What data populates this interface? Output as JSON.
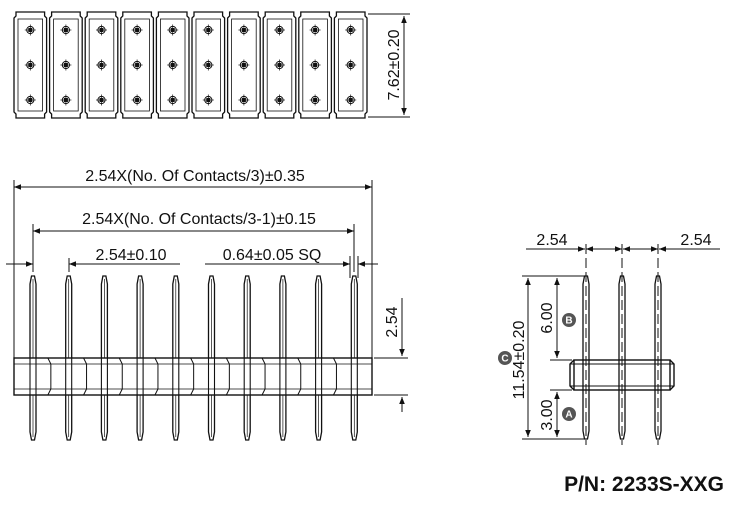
{
  "top_view": {
    "pitch_count": 10,
    "row_count": 3,
    "width_dim": "7.62±0.20"
  },
  "front_view": {
    "pin_count": 10,
    "dim_overall": "2.54X(No. Of Contacts/3)±0.35",
    "dim_span": "2.54X(No. Of Contacts/3-1)±0.15",
    "dim_pitch": "2.54±0.10",
    "dim_pin": "0.64±0.05 SQ",
    "dim_housing": "2.54"
  },
  "side_view": {
    "dim_left": "2.54",
    "dim_right": "2.54",
    "dim_total": "11.54±0.20",
    "dim_upper": "6.00",
    "dim_lower": "3.00",
    "badge_a": "A",
    "badge_b": "B",
    "badge_c": "C"
  },
  "part_number": "P/N: 2233S-XXG",
  "colors": {
    "line": "#111111",
    "badge": "#555555",
    "background": "#ffffff"
  }
}
